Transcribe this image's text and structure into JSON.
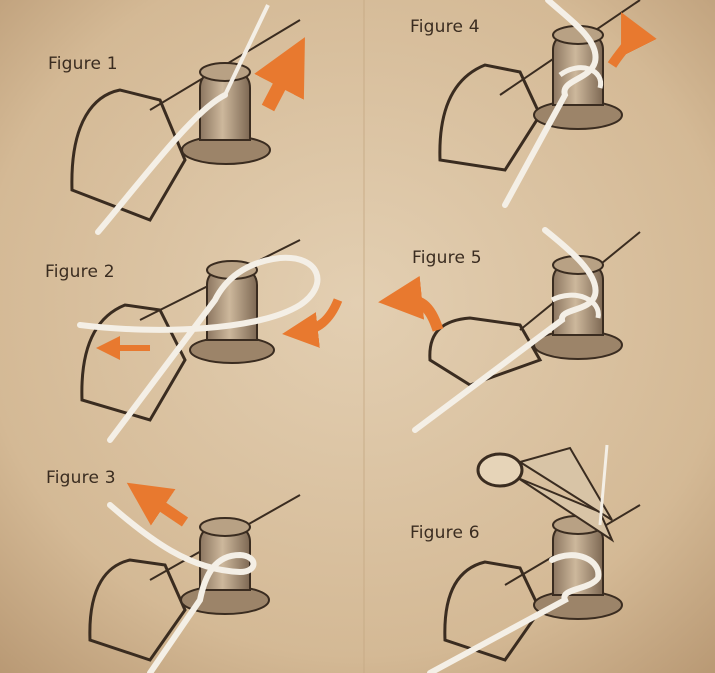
{
  "figures": [
    {
      "label": "Figure 1"
    },
    {
      "label": "Figure 2"
    },
    {
      "label": "Figure 3"
    },
    {
      "label": "Figure 4"
    },
    {
      "label": "Figure 5"
    },
    {
      "label": "Figure 6"
    }
  ],
  "colors": {
    "paper": "#d9c1a0",
    "line_white": "#f4efe6",
    "arrow_orange": "#e8792f",
    "metal": "#a79077",
    "ink": "#3a2c20"
  }
}
